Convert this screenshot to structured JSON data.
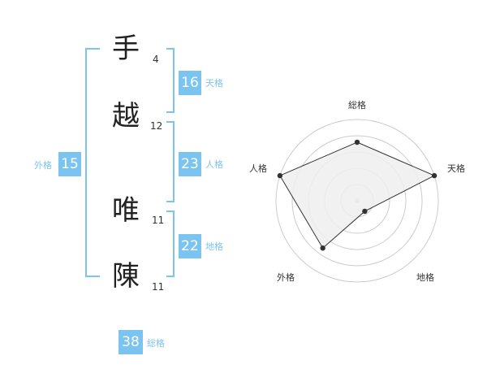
{
  "name": {
    "characters": [
      {
        "char": "手",
        "strokes": "4"
      },
      {
        "char": "越",
        "strokes": "12"
      },
      {
        "char": "唯",
        "strokes": "11"
      },
      {
        "char": "陳",
        "strokes": "11"
      }
    ]
  },
  "grid": {
    "tenkaku": {
      "value": "16",
      "label": "天格"
    },
    "jinkaku": {
      "value": "23",
      "label": "人格"
    },
    "chikaku": {
      "value": "22",
      "label": "地格"
    },
    "gaikaku": {
      "value": "15",
      "label": "外格"
    },
    "soukaku": {
      "value": "38",
      "label": "総格"
    }
  },
  "colors": {
    "bracket": "#7cc4f0",
    "badge": "#7cc4f0",
    "radar_fill": "#eeeeee",
    "radar_line": "#333333",
    "radar_grid": "#cccccc"
  },
  "chart_data": {
    "type": "radar",
    "axes": [
      "総格",
      "天格",
      "地格",
      "外格",
      "人格"
    ],
    "values": [
      0.72,
      1.0,
      0.16,
      0.72,
      1.0
    ],
    "scale": [
      0,
      1
    ]
  }
}
